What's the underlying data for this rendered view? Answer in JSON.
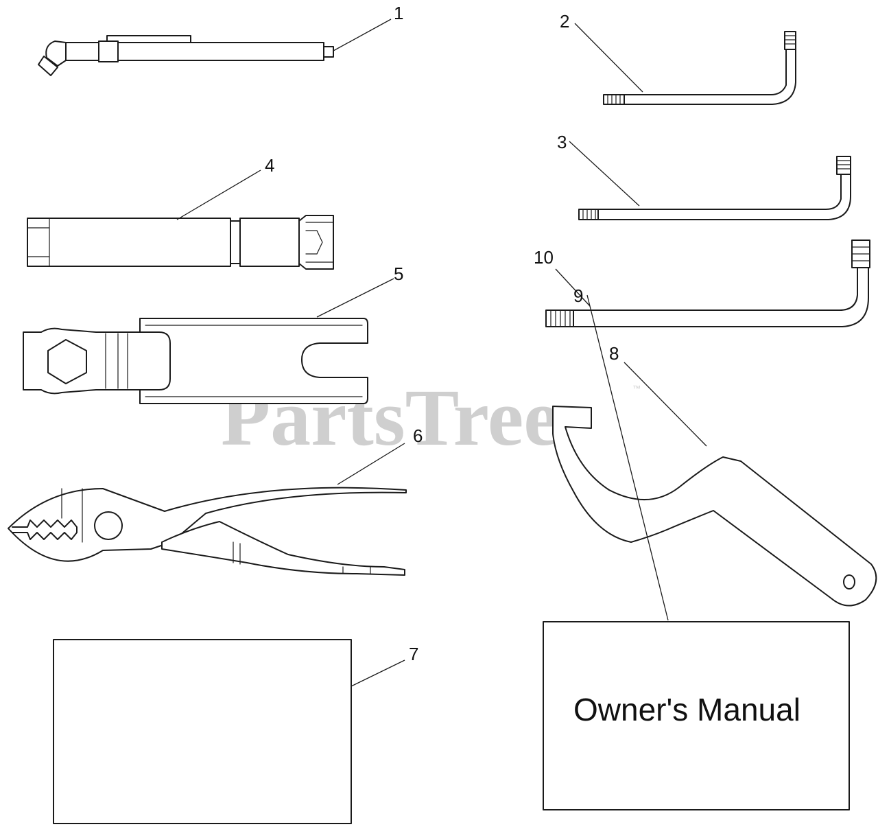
{
  "watermark": {
    "text": "PartsTree",
    "mark": "™"
  },
  "callouts": [
    {
      "id": "1",
      "label": "1"
    },
    {
      "id": "2",
      "label": "2"
    },
    {
      "id": "3",
      "label": "3"
    },
    {
      "id": "4",
      "label": "4"
    },
    {
      "id": "5",
      "label": "5"
    },
    {
      "id": "6",
      "label": "6"
    },
    {
      "id": "7",
      "label": "7"
    },
    {
      "id": "8",
      "label": "8"
    },
    {
      "id": "9",
      "label": "9"
    },
    {
      "id": "10",
      "label": "10"
    }
  ],
  "manual": {
    "title": "Owner's Manual"
  },
  "icons": {
    "part1": "spark-plug-gauge-icon",
    "part2": "hex-key-icon",
    "part3": "hex-key-icon",
    "part4": "socket-wrench-icon",
    "part5": "combination-wrench-icon",
    "part6": "pliers-icon",
    "part7": "document-card-icon",
    "part8": "spanner-hook-icon",
    "part9": "owners-manual-icon",
    "part10": "hex-key-icon"
  }
}
